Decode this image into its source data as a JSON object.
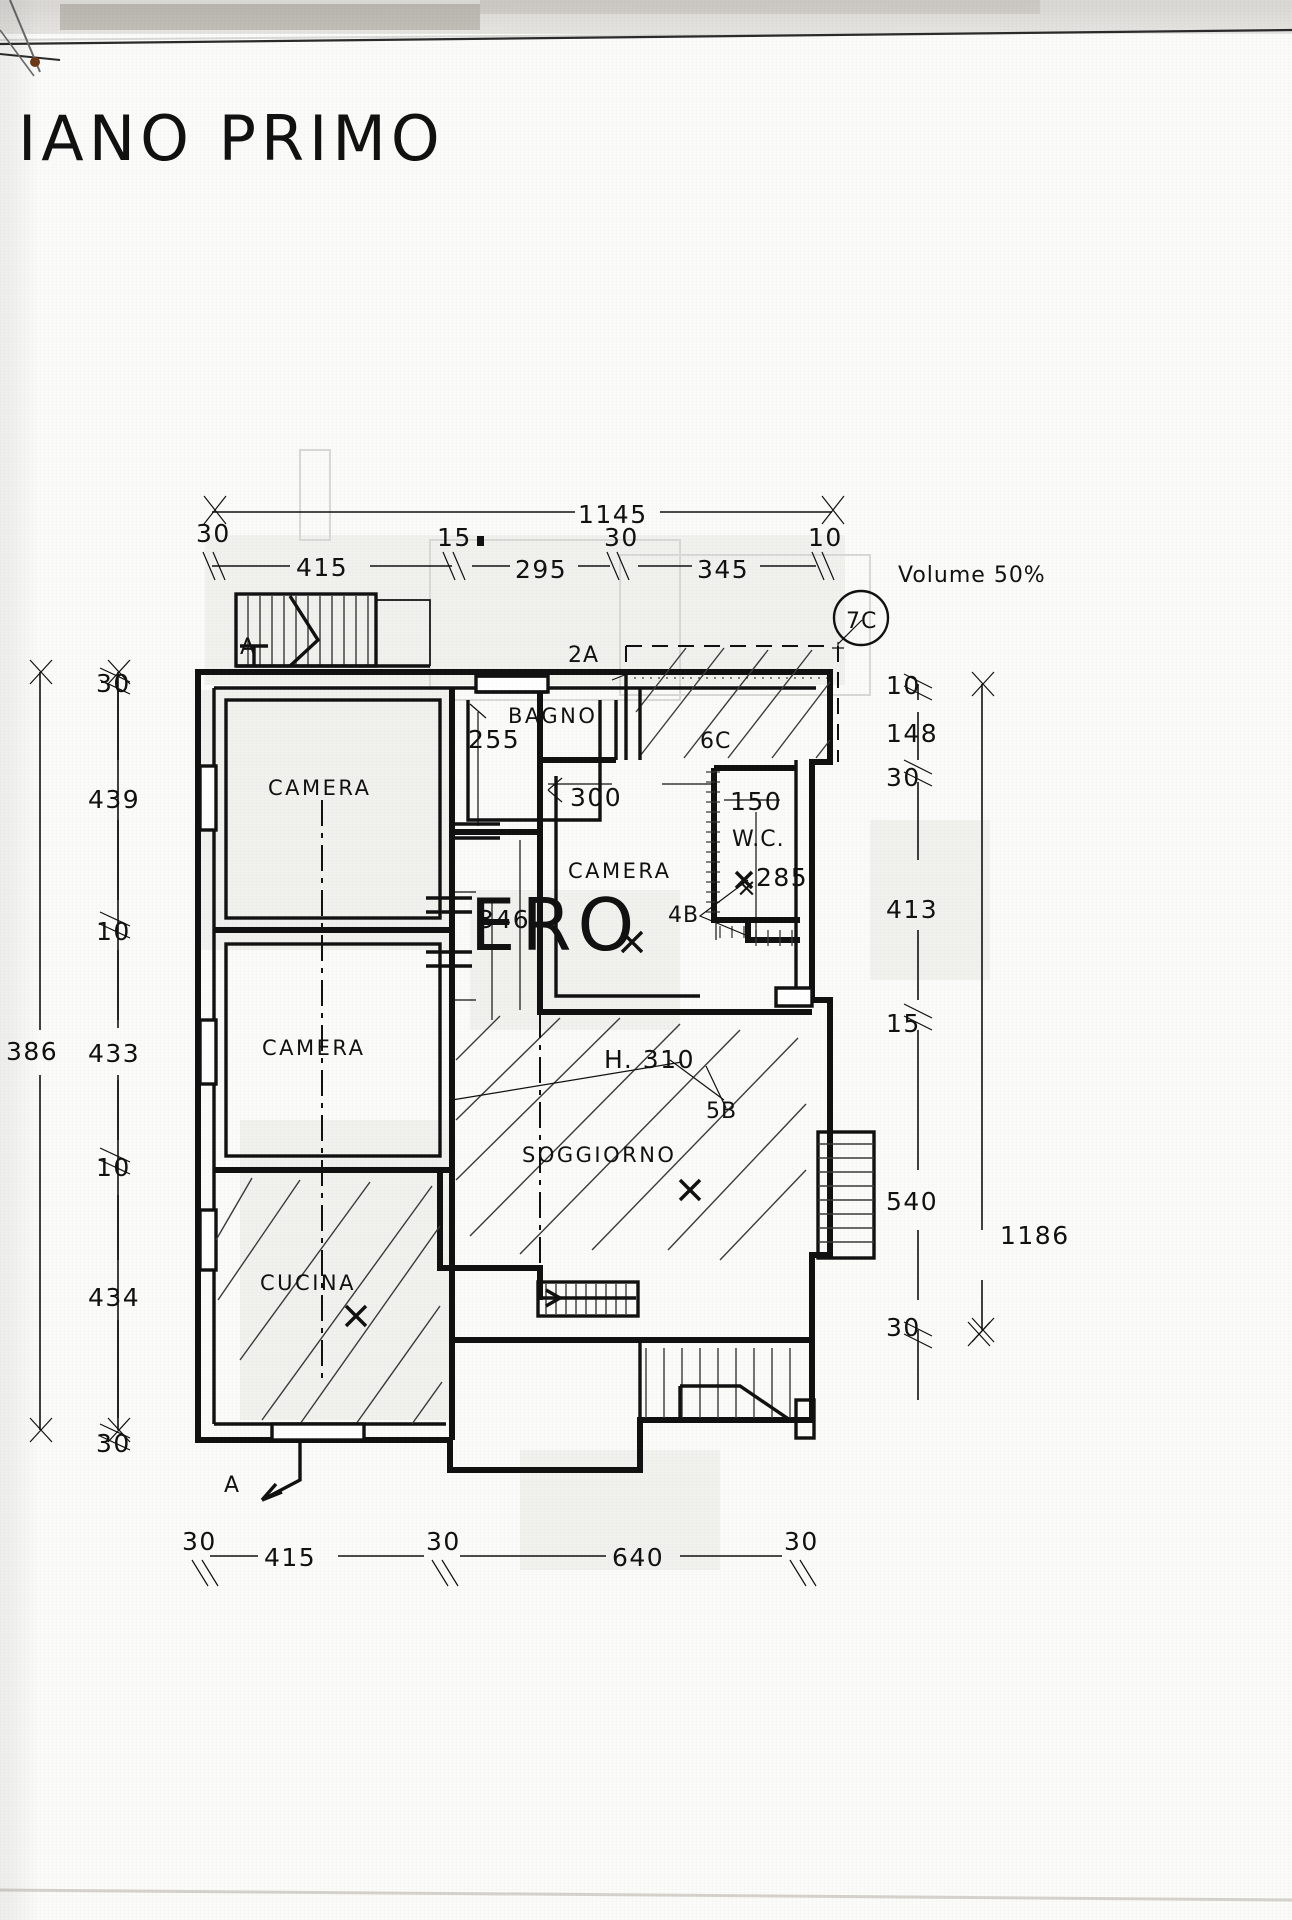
{
  "document": {
    "title": "IANO PRIMO",
    "note_volume": "Volume 50%",
    "marker_7c": "7C"
  },
  "rooms": [
    {
      "id": "camera-nw",
      "label": "CAMERA"
    },
    {
      "id": "camera-sw",
      "label": "CAMERA"
    },
    {
      "id": "cucina",
      "label": "CUCINA"
    },
    {
      "id": "bagno",
      "label": "BAGNO"
    },
    {
      "id": "camera-ne",
      "label": "CAMERA"
    },
    {
      "id": "wc",
      "label": "W.C."
    },
    {
      "id": "soggiorno",
      "label": "SOGGIORNO"
    }
  ],
  "dimensions": {
    "top_overall": "1145",
    "top_chain": [
      "30",
      "415",
      "15",
      "295",
      "30",
      "345",
      "10"
    ],
    "left_overall": "386",
    "left_chain": [
      "30",
      "439",
      "10",
      "433",
      "10",
      "434",
      "30"
    ],
    "right_overall": "1186",
    "right_chain": [
      "10",
      "148",
      "30",
      "413",
      "15",
      "540",
      "30"
    ],
    "bottom_chain": [
      "30",
      "415",
      "30",
      "640",
      "30"
    ],
    "interior": {
      "bagno_width": "255",
      "corridor": "346",
      "camera_ne_width": "300",
      "wc_width": "150",
      "wc_depth": "285",
      "soggiorno_height": "H. 310"
    }
  },
  "annotations": [
    {
      "id": "sec-a-top",
      "text": "A"
    },
    {
      "id": "sec-a-bottom",
      "text": "A"
    },
    {
      "id": "tag-2a",
      "text": "2A"
    },
    {
      "id": "tag-6c",
      "text": "6C"
    },
    {
      "id": "tag-4b",
      "text": "4B"
    },
    {
      "id": "tag-5b",
      "text": "5B"
    }
  ],
  "colors": {
    "ink": "#111111",
    "paper": "#fbfbfa",
    "ghost": "#d9d9d6"
  }
}
